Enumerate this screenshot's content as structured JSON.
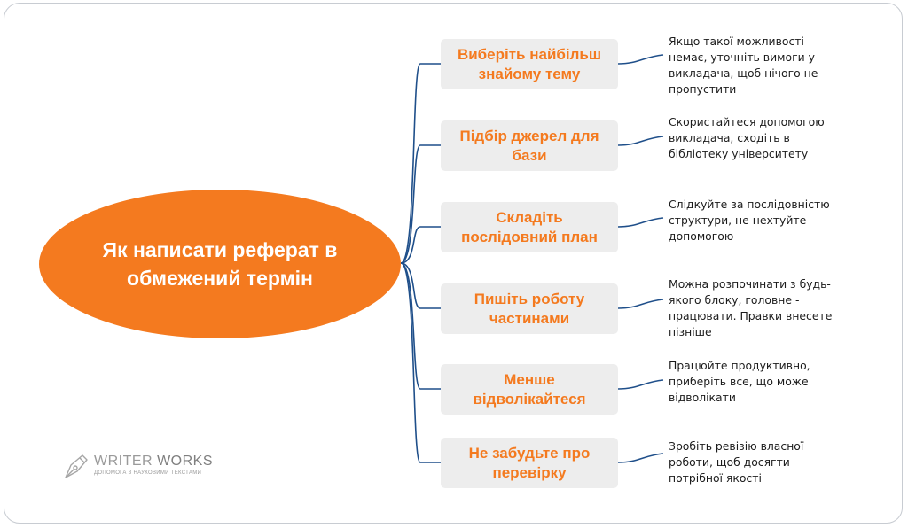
{
  "colors": {
    "central_fill": "#f47a1f",
    "topic_text": "#f47a1f",
    "topic_bg": "#ededed",
    "connector": "#1f4f8a"
  },
  "central": {
    "title": "Як написати реферат в обмежений термін"
  },
  "branches": [
    {
      "topic": "Виберіть найбільш знайому тему",
      "note": "Якщо такої можливості немає, уточніть вимоги у викладача, щоб нічого не пропустити"
    },
    {
      "topic": "Підбір джерел для бази",
      "note": "Скористайтеся допомогою викладача, сходіть в бібліотеку університету"
    },
    {
      "topic": "Складіть послідовний план",
      "note": "Слідкуйте за послідовністю структури, не нехтуйте допомогою"
    },
    {
      "topic": "Пишіть роботу частинами",
      "note": "Можна розпочинати з будь-якого блоку, головне - працювати. Правки внесете пізніше"
    },
    {
      "topic": "Менше відволікайтеся",
      "note": "Працюйте продуктивно, приберіть все, що може відволікати"
    },
    {
      "topic": "Не забудьте про перевірку",
      "note": "Зробіть ревізію власної роботи, щоб досягти потрібної якості"
    }
  ],
  "logo": {
    "icon": "pen-nib-icon",
    "brand_a": "WRITER",
    "brand_b": "WORKS",
    "tagline": "ДОПОМОГА З НАУКОВИМИ ТЕКСТАМИ"
  }
}
